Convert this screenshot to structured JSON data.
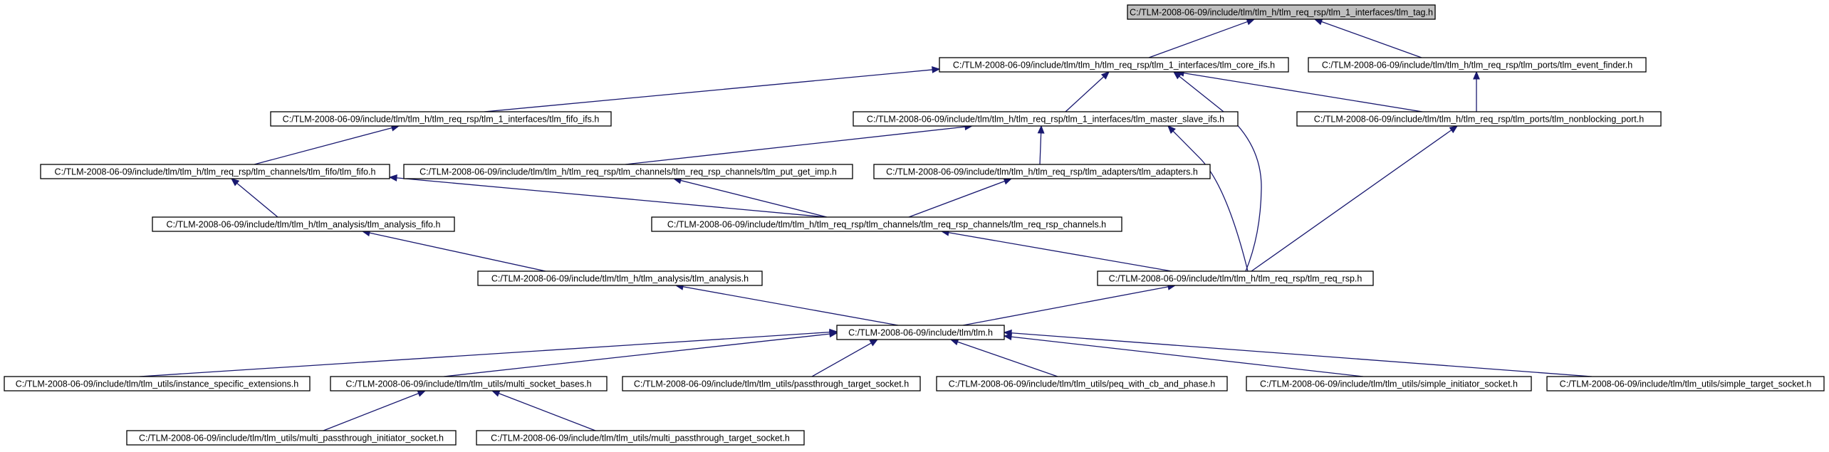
{
  "graph": {
    "colors": {
      "edge": "#191970",
      "node_border": "#000000",
      "node_fill": "#ffffff",
      "highlight_fill": "#bfbfbf",
      "text": "#000000"
    },
    "nodes": [
      {
        "id": "tlm_tag",
        "label": "C:/TLM-2008-06-09/include/tlm/tlm_h/tlm_req_rsp/tlm_1_interfaces/tlm_tag.h",
        "highlight": true
      },
      {
        "id": "tlm_core_ifs",
        "label": "C:/TLM-2008-06-09/include/tlm/tlm_h/tlm_req_rsp/tlm_1_interfaces/tlm_core_ifs.h"
      },
      {
        "id": "tlm_event_finder",
        "label": "C:/TLM-2008-06-09/include/tlm/tlm_h/tlm_req_rsp/tlm_ports/tlm_event_finder.h"
      },
      {
        "id": "tlm_fifo_ifs",
        "label": "C:/TLM-2008-06-09/include/tlm/tlm_h/tlm_req_rsp/tlm_1_interfaces/tlm_fifo_ifs.h"
      },
      {
        "id": "tlm_master_slave_ifs",
        "label": "C:/TLM-2008-06-09/include/tlm/tlm_h/tlm_req_rsp/tlm_1_interfaces/tlm_master_slave_ifs.h"
      },
      {
        "id": "tlm_nonblocking_port",
        "label": "C:/TLM-2008-06-09/include/tlm/tlm_h/tlm_req_rsp/tlm_ports/tlm_nonblocking_port.h"
      },
      {
        "id": "tlm_fifo",
        "label": "C:/TLM-2008-06-09/include/tlm/tlm_h/tlm_req_rsp/tlm_channels/tlm_fifo/tlm_fifo.h"
      },
      {
        "id": "tlm_put_get_imp",
        "label": "C:/TLM-2008-06-09/include/tlm/tlm_h/tlm_req_rsp/tlm_channels/tlm_req_rsp_channels/tlm_put_get_imp.h"
      },
      {
        "id": "tlm_adapters",
        "label": "C:/TLM-2008-06-09/include/tlm/tlm_h/tlm_req_rsp/tlm_adapters/tlm_adapters.h"
      },
      {
        "id": "tlm_analysis_fifo",
        "label": "C:/TLM-2008-06-09/include/tlm/tlm_h/tlm_analysis/tlm_analysis_fifo.h"
      },
      {
        "id": "tlm_req_rsp_channels",
        "label": "C:/TLM-2008-06-09/include/tlm/tlm_h/tlm_req_rsp/tlm_channels/tlm_req_rsp_channels/tlm_req_rsp_channels.h"
      },
      {
        "id": "tlm_analysis",
        "label": "C:/TLM-2008-06-09/include/tlm/tlm_h/tlm_analysis/tlm_analysis.h"
      },
      {
        "id": "tlm_req_rsp",
        "label": "C:/TLM-2008-06-09/include/tlm/tlm_h/tlm_req_rsp/tlm_req_rsp.h"
      },
      {
        "id": "tlm",
        "label": "C:/TLM-2008-06-09/include/tlm/tlm.h"
      },
      {
        "id": "instance_specific_extensions",
        "label": "C:/TLM-2008-06-09/include/tlm/tlm_utils/instance_specific_extensions.h"
      },
      {
        "id": "multi_socket_bases",
        "label": "C:/TLM-2008-06-09/include/tlm/tlm_utils/multi_socket_bases.h"
      },
      {
        "id": "passthrough_target_socket",
        "label": "C:/TLM-2008-06-09/include/tlm/tlm_utils/passthrough_target_socket.h"
      },
      {
        "id": "peq_with_cb_and_phase",
        "label": "C:/TLM-2008-06-09/include/tlm/tlm_utils/peq_with_cb_and_phase.h"
      },
      {
        "id": "simple_initiator_socket",
        "label": "C:/TLM-2008-06-09/include/tlm/tlm_utils/simple_initiator_socket.h"
      },
      {
        "id": "simple_target_socket",
        "label": "C:/TLM-2008-06-09/include/tlm/tlm_utils/simple_target_socket.h"
      },
      {
        "id": "multi_passthrough_initiator_socket",
        "label": "C:/TLM-2008-06-09/include/tlm/tlm_utils/multi_passthrough_initiator_socket.h"
      },
      {
        "id": "multi_passthrough_target_socket",
        "label": "C:/TLM-2008-06-09/include/tlm/tlm_utils/multi_passthrough_target_socket.h"
      }
    ],
    "edges": [
      {
        "from": "tlm_core_ifs",
        "to": "tlm_tag"
      },
      {
        "from": "tlm_event_finder",
        "to": "tlm_tag"
      },
      {
        "from": "tlm_fifo_ifs",
        "to": "tlm_core_ifs"
      },
      {
        "from": "tlm_master_slave_ifs",
        "to": "tlm_core_ifs"
      },
      {
        "from": "tlm_nonblocking_port",
        "to": "tlm_core_ifs"
      },
      {
        "from": "tlm_req_rsp",
        "to": "tlm_core_ifs"
      },
      {
        "from": "tlm_nonblocking_port",
        "to": "tlm_event_finder"
      },
      {
        "from": "tlm_fifo",
        "to": "tlm_fifo_ifs"
      },
      {
        "from": "tlm_put_get_imp",
        "to": "tlm_master_slave_ifs"
      },
      {
        "from": "tlm_adapters",
        "to": "tlm_master_slave_ifs"
      },
      {
        "from": "tlm_req_rsp",
        "to": "tlm_master_slave_ifs"
      },
      {
        "from": "tlm_req_rsp",
        "to": "tlm_nonblocking_port"
      },
      {
        "from": "tlm_analysis_fifo",
        "to": "tlm_fifo"
      },
      {
        "from": "tlm_req_rsp_channels",
        "to": "tlm_fifo"
      },
      {
        "from": "tlm_req_rsp_channels",
        "to": "tlm_put_get_imp"
      },
      {
        "from": "tlm_req_rsp_channels",
        "to": "tlm_adapters"
      },
      {
        "from": "tlm_analysis",
        "to": "tlm_analysis_fifo"
      },
      {
        "from": "tlm_req_rsp",
        "to": "tlm_req_rsp_channels"
      },
      {
        "from": "tlm",
        "to": "tlm_analysis"
      },
      {
        "from": "tlm",
        "to": "tlm_req_rsp"
      },
      {
        "from": "instance_specific_extensions",
        "to": "tlm"
      },
      {
        "from": "multi_socket_bases",
        "to": "tlm"
      },
      {
        "from": "passthrough_target_socket",
        "to": "tlm"
      },
      {
        "from": "peq_with_cb_and_phase",
        "to": "tlm"
      },
      {
        "from": "simple_initiator_socket",
        "to": "tlm"
      },
      {
        "from": "simple_target_socket",
        "to": "tlm"
      },
      {
        "from": "multi_passthrough_initiator_socket",
        "to": "multi_socket_bases"
      },
      {
        "from": "multi_passthrough_target_socket",
        "to": "multi_socket_bases"
      }
    ]
  }
}
